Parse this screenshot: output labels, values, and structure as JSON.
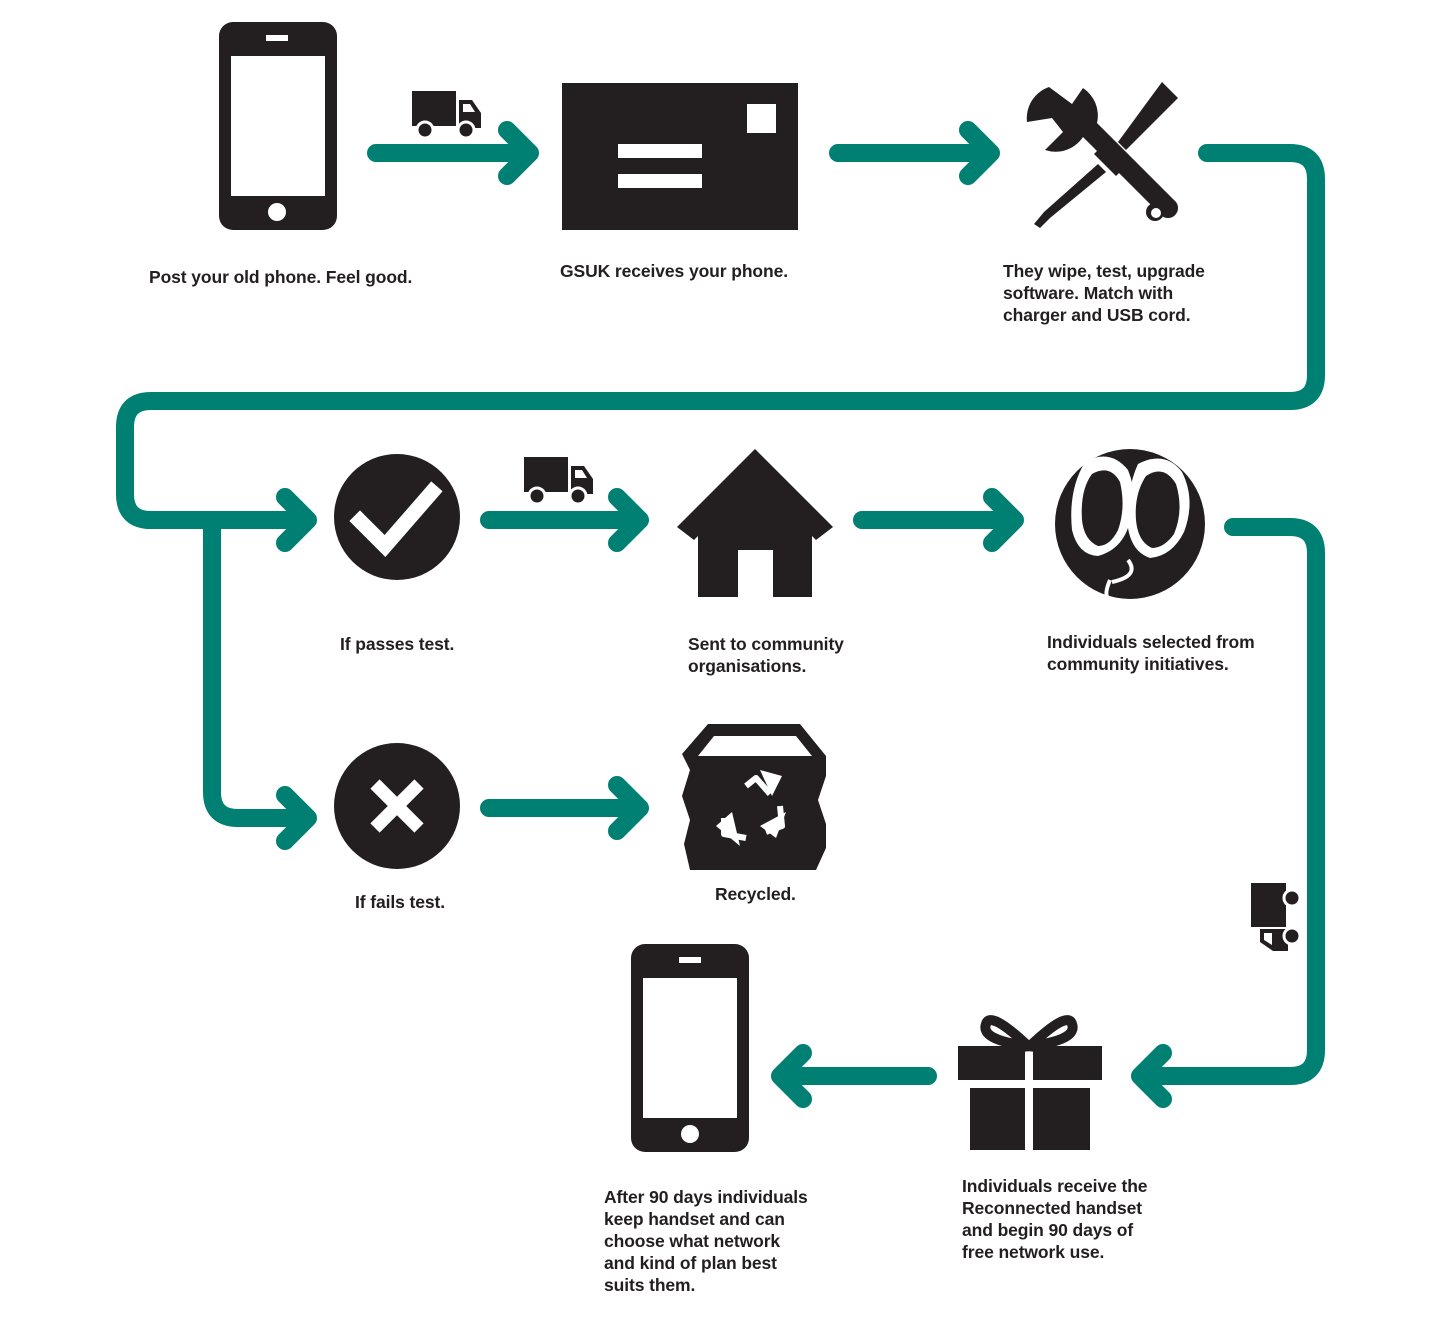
{
  "colors": {
    "accent": "#007f73",
    "icon": "#231f20",
    "background": "#ffffff"
  },
  "steps": {
    "post_phone": {
      "label": "Post your old phone. Feel good.",
      "icon": "smartphone-icon"
    },
    "gsuk_receives": {
      "label": "GSUK receives your phone.",
      "icon": "envelope-icon"
    },
    "wipe_test": {
      "label": "They wipe, test, upgrade\nsoftware. Match with\ncharger and USB cord.",
      "icon": "tools-icon"
    },
    "passes_test": {
      "label": "If passes test.",
      "icon": "check-icon"
    },
    "community": {
      "label": "Sent to community\norganisations.",
      "icon": "house-icon"
    },
    "individuals_selected": {
      "label": "Individuals selected from\ncommunity initiatives.",
      "icon": "people-icon"
    },
    "fails_test": {
      "label": "If fails test.",
      "icon": "cross-icon"
    },
    "recycled": {
      "label": "Recycled.",
      "icon": "recycle-bin-icon"
    },
    "receive_handset": {
      "label": "Individuals receive the\nReconnected handset\nand begin 90 days of\nfree network use.",
      "icon": "gift-icon"
    },
    "keep_handset": {
      "label": "After 90 days individuals\nkeep handset and can\nchoose what network\nand kind of plan best\nsuits them.",
      "icon": "smartphone-icon"
    }
  }
}
